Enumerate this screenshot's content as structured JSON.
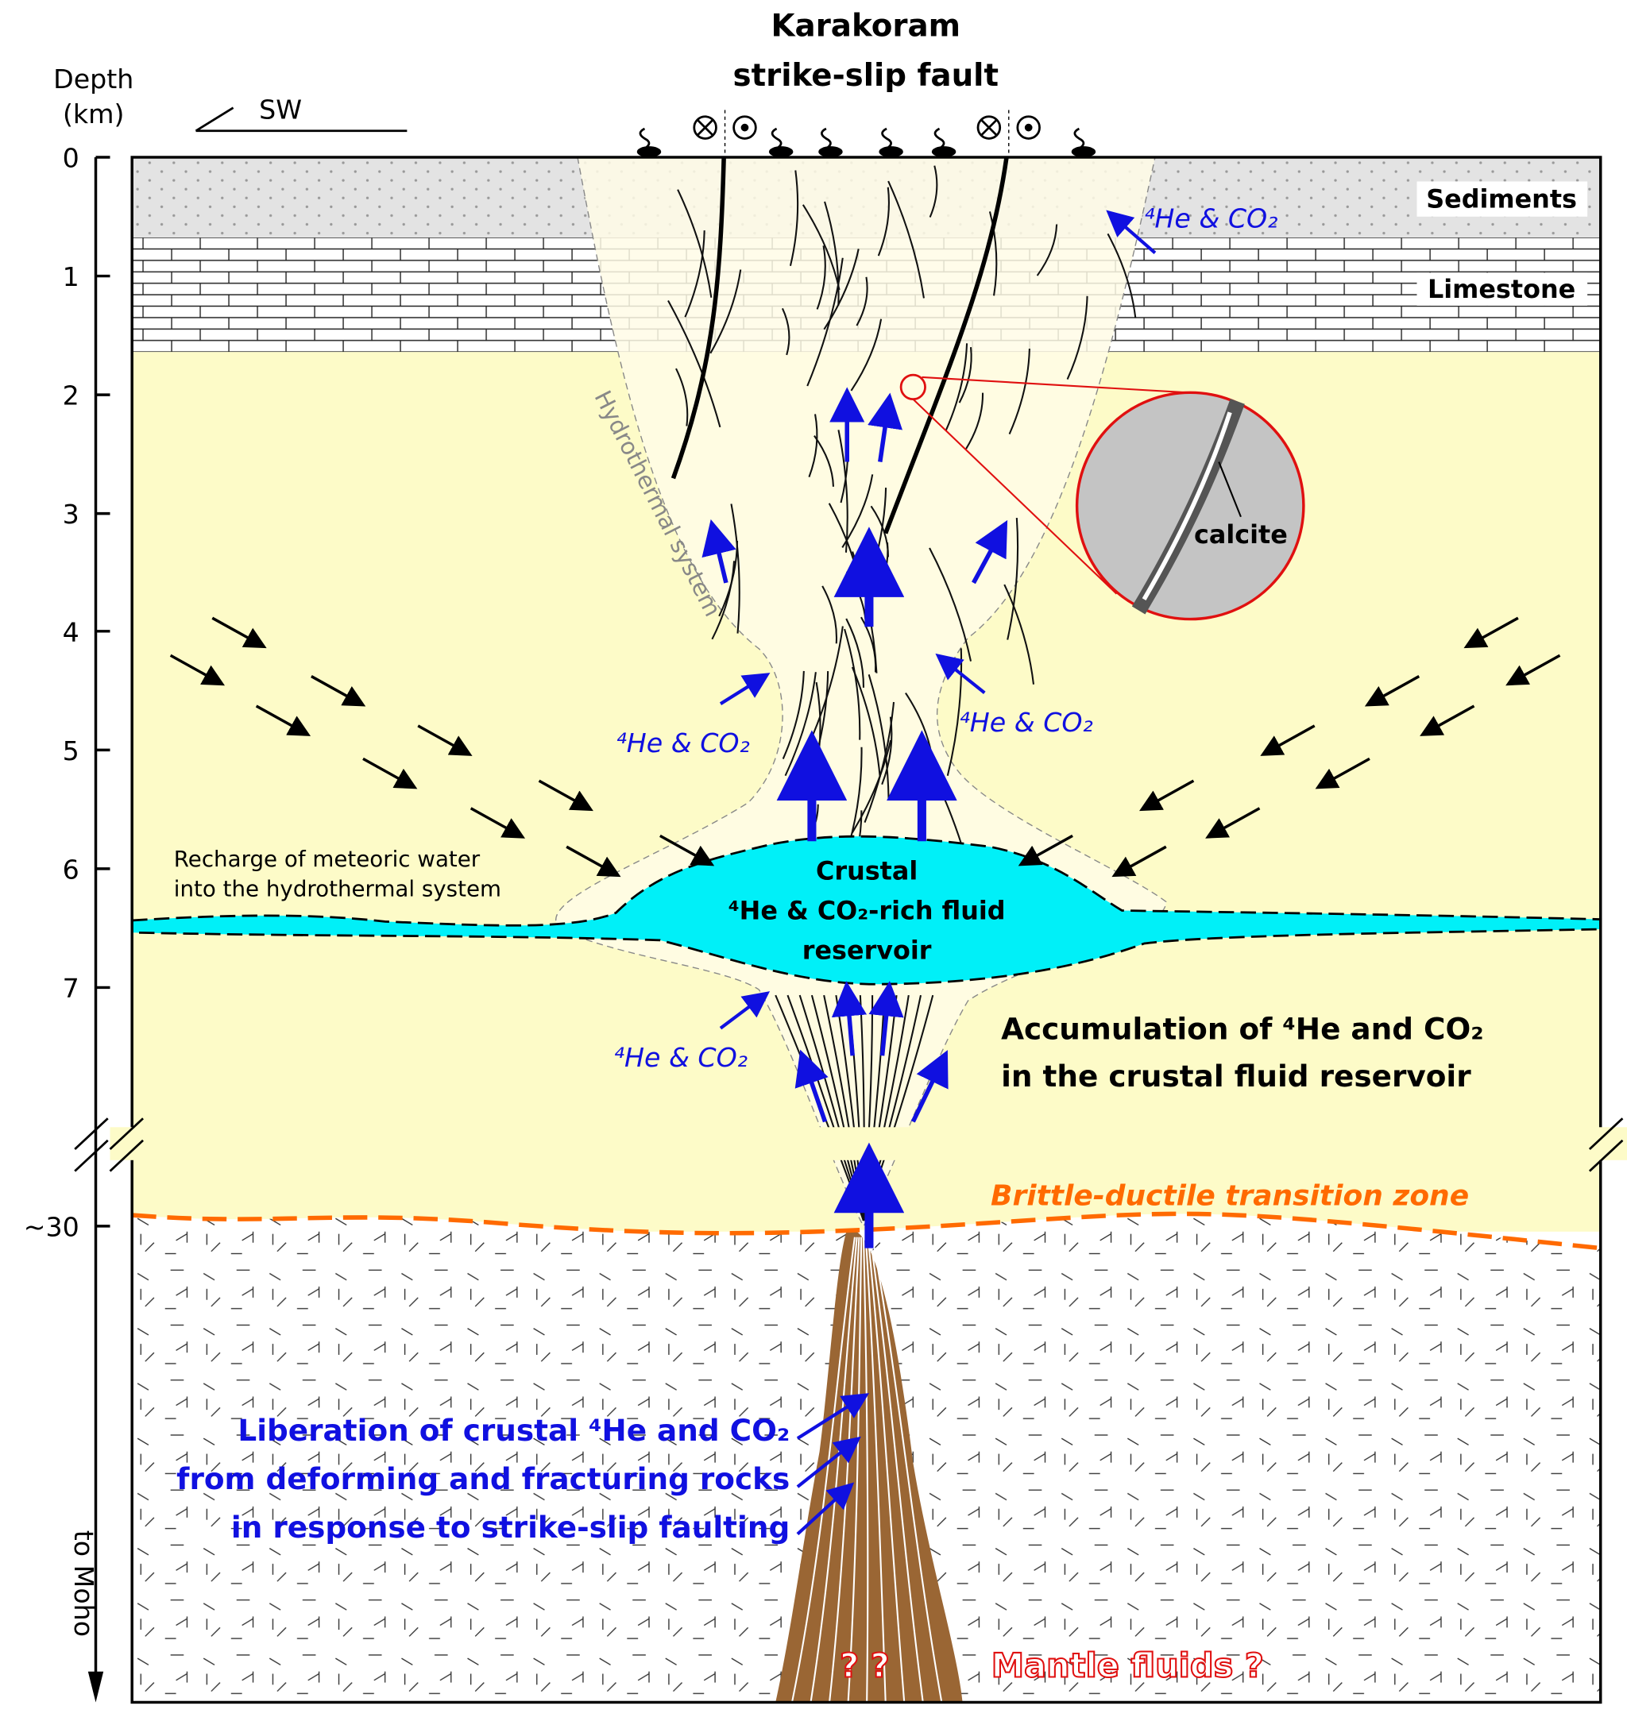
{
  "title": [
    "Karakoram",
    "strike-slip fault"
  ],
  "axis": {
    "label": [
      "Depth",
      "(km)"
    ],
    "ticks": [
      "0",
      "1",
      "2",
      "3",
      "4",
      "5",
      "6",
      "7",
      "~30"
    ],
    "bottom_label": "to Moho"
  },
  "direction": "SW",
  "layers": {
    "sediments": "Sediments",
    "limestone": "Limestone",
    "hydrothermal": "Hydrothermal system",
    "reservoir": [
      "Crustal",
      "⁴He & CO₂-rich fluid",
      "reservoir"
    ],
    "transition": "Brittle-ductile transition zone"
  },
  "labels": {
    "gas": "⁴He & CO₂",
    "calcite": "calcite",
    "recharge": [
      "Recharge of meteoric water",
      "into the hydrothermal system"
    ],
    "accumulation": [
      "Accumulation of ⁴He and CO₂",
      "in the crustal fluid reservoir"
    ],
    "liberation": [
      "Liberation of crustal ⁴He and CO₂",
      "from deforming and fracturing rocks",
      "in response to strike-slip faulting"
    ],
    "question": "? ?",
    "mantle": "Mantle fluids ?"
  },
  "colors": {
    "yellow": "#fdfbc8",
    "cyan": "#00f0f8",
    "blue": "#1010e0",
    "orange": "#ff6a00",
    "brown": "#9a6634",
    "red": "#e01010"
  }
}
